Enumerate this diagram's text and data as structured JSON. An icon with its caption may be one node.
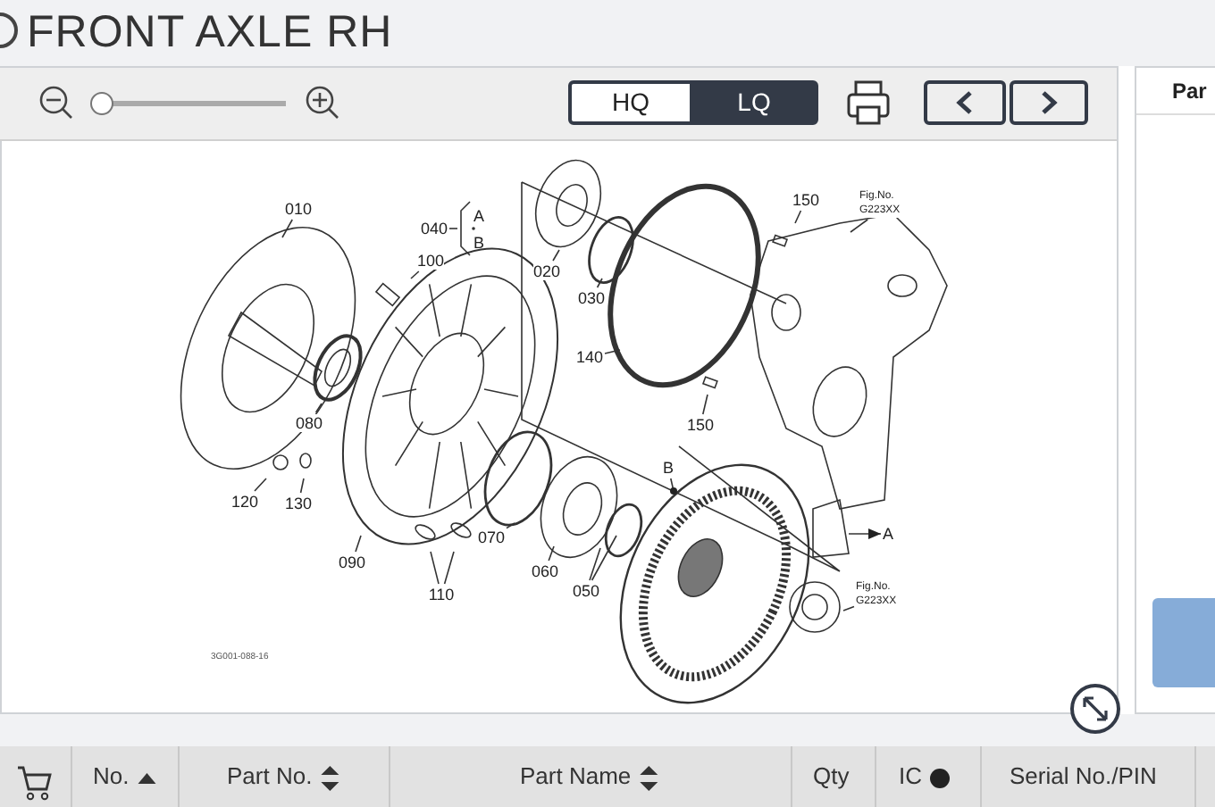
{
  "diagram": {
    "title": "FRONT AXLE RH",
    "nodes": [
      {
        "text": [
          "010"
        ]
      },
      {
        "text": [
          "040"
        ]
      },
      {
        "text": [
          "020"
        ]
      },
      {
        "text": [
          "030"
        ]
      },
      {
        "text": [
          "140"
        ]
      },
      {
        "text": [
          "150"
        ]
      },
      {
        "text": [
          "Fig.No. G223XX"
        ]
      },
      {
        "text": [
          "100"
        ]
      },
      {
        "text": [
          "080"
        ]
      },
      {
        "text": [
          "150"
        ]
      },
      {
        "text": [
          "120"
        ]
      },
      {
        "text": [
          "130"
        ]
      },
      {
        "text": [
          "090"
        ]
      },
      {
        "text": [
          "070"
        ]
      },
      {
        "text": [
          "060"
        ]
      },
      {
        "text": [
          "050"
        ]
      },
      {
        "text": [
          "110"
        ]
      },
      {
        "text": [
          "B"
        ]
      },
      {
        "text": [
          "A"
        ]
      },
      {
        "text": [
          "Fig.No. G223XX"
        ]
      }
    ],
    "edges": [
      {
        "from": 0,
        "to": null,
        "arrow": "none"
      },
      {
        "from": 1,
        "to": null,
        "arrow": "none"
      },
      {
        "from": 2,
        "to": null,
        "arrow": "none"
      },
      {
        "from": 3,
        "to": null,
        "arrow": "none"
      },
      {
        "from": 4,
        "to": null,
        "arrow": "none"
      },
      {
        "from": 5,
        "to": null,
        "arrow": "none"
      },
      {
        "from": 6,
        "to": null,
        "arrow": "none"
      },
      {
        "from": 7,
        "to": null,
        "arrow": "none"
      },
      {
        "from": 8,
        "to": null,
        "arrow": "none"
      },
      {
        "from": 9,
        "to": null,
        "arrow": "none"
      },
      {
        "from": 10,
        "to": null,
        "arrow": "none"
      },
      {
        "from": 11,
        "to": null,
        "arrow": "none"
      },
      {
        "from": 12,
        "to": null,
        "arrow": "none"
      },
      {
        "from": 13,
        "to": null,
        "arrow": "none"
      },
      {
        "from": 14,
        "to": null,
        "arrow": "none"
      },
      {
        "from": 15,
        "to": null,
        "arrow": "none"
      },
      {
        "from": 15,
        "to": null,
        "arrow": "none"
      },
      {
        "from": 16,
        "to": null,
        "arrow": "none"
      },
      {
        "from": 16,
        "to": null,
        "arrow": "none"
      },
      {
        "from": 17,
        "to": null,
        "arrow": "other"
      },
      {
        "from": null,
        "to": 18,
        "arrow": "to"
      },
      {
        "from": 19,
        "to": null,
        "arrow": "none"
      }
    ],
    "labels": [
      "HQ",
      "LQ",
      "Par",
      "A",
      "B",
      "3G001-088-16",
      "No.",
      "Part No.",
      "Part Name",
      "Qty",
      "IC",
      "Serial No./PIN"
    ]
  }
}
